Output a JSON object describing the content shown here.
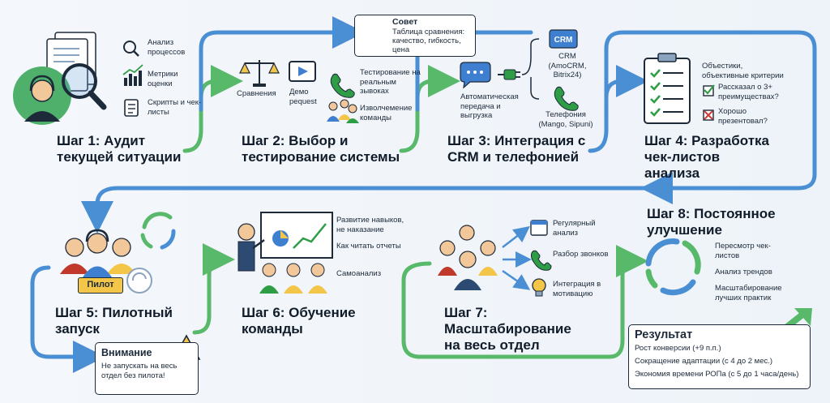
{
  "colors": {
    "blue_arrow": "#4a8fd4",
    "green_arrow": "#58b96a",
    "dark": "#1d2a3a",
    "gold": "#f3c64a",
    "check_green": "#2e9d46",
    "cross_red": "#d23b3b",
    "crm_blue": "#3f7fd0"
  },
  "step1": {
    "title": "Шаг 1: Аудит текущей ситуации",
    "items": [
      "Анализ процессов",
      "Метрики оценки",
      "Скрипты и чек-листы"
    ],
    "icons": [
      "magnifier-icon",
      "bar-chart-icon",
      "checklist-icon"
    ]
  },
  "step2": {
    "title": "Шаг 2: Выбор и тестирование системы",
    "items": [
      "Сравнения",
      "Демо pequest",
      "Тестирование на реальным зывоках",
      "Изволчемение команды"
    ],
    "icons": [
      "scales-icon",
      "play-icon",
      "phone-icon",
      "team-icon"
    ]
  },
  "tip": {
    "title": "Совет",
    "text": "Таблица сравнения: качество, гибкость, цена"
  },
  "step3": {
    "title": "Шаг 3: Интеграция с CRM и телефонией",
    "items": [
      "Автоматическая передача и выгрузка",
      "CRM (AmoCRM, Bitrix24)",
      "Телефония (Mango, Sipuni)"
    ],
    "crm_badge": "CRM",
    "icons": [
      "chat-icon",
      "plug-icon",
      "phone-icon"
    ]
  },
  "step4": {
    "title": "Шаг 4: Разработка чек-листов анализа",
    "items": [
      "Объестики, объективные критерии",
      "Рассказал о 3+ преимуществах?",
      "Хорошо презентовал?"
    ],
    "icons": [
      "clipboard-checklist-icon",
      "checkbox-checked-icon",
      "checkbox-crossed-icon"
    ]
  },
  "step5": {
    "title": "Шаг 5: Пилотный запуск",
    "badge": "Пилот",
    "icons": [
      "team-headset-icon",
      "cycle-icon",
      "refresh-icon"
    ]
  },
  "warning": {
    "title": "Внимание",
    "text": "Не запускать на весь отдел без пилота!",
    "icon": "warning-icon"
  },
  "step6": {
    "title": "Шаг 6: Обучение команды",
    "items": [
      "Развитие навыков, не наказание",
      "Как читать отчеты",
      "Самоанализ"
    ],
    "icons": [
      "presenter-board-icon"
    ]
  },
  "step7": {
    "title": "Шаг 7: Масштабирование на весь отдел",
    "items": [
      "Регулярный анализ",
      "Разбор звонков",
      "Интеграция в мотивацию"
    ],
    "icons": [
      "calendar-icon",
      "phone-icon",
      "lightbulb-icon"
    ]
  },
  "step8": {
    "title": "Шаг 8: Постоянное улучшение",
    "items": [
      "Пересмотр чек-листов",
      "Анализ трендов",
      "Масштабирование лучших практик"
    ],
    "icons": [
      "cycle-icon"
    ]
  },
  "result": {
    "title": "Результат",
    "lines": [
      "Рост конверсии (+9 п.п.)",
      "Сокращение адаптации (с 4 до 2 мес.)",
      "Экономия времени РОПа (с 5 до 1 часа/день)"
    ],
    "icon": "trend-up-arrow-icon"
  }
}
